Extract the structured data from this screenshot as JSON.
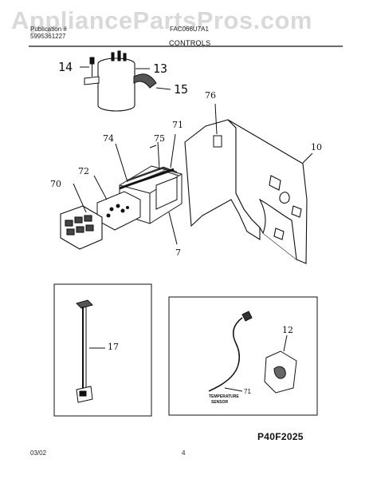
{
  "watermark": "AppliancePartsPros.com",
  "header": {
    "left_line1": "Publication #",
    "left_line2": "5995361227",
    "right_line1": "FAC066U7A1",
    "section_title": "CONTROLS"
  },
  "callouts": {
    "c14": "14",
    "c13": "13",
    "c15": "15",
    "c76": "76",
    "c71": "71",
    "c74": "74",
    "c75": "75",
    "c10": "10",
    "c72": "72",
    "c70": "70",
    "c7": "7",
    "c17": "17",
    "c12": "12",
    "c71b": "71"
  },
  "inset": {
    "sensor_label_1": "TEMPERATURE",
    "sensor_label_2": "SENSOR"
  },
  "footer": {
    "date": "03/02",
    "page": "4",
    "diagram_code": "P40F2025"
  }
}
